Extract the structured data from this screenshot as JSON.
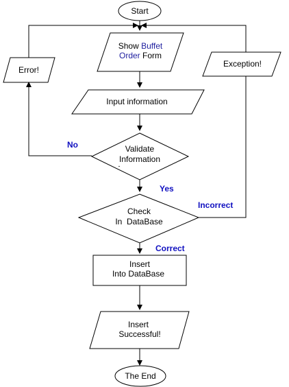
{
  "colors": {
    "stroke": "#000000",
    "edge_label": "#1010c0",
    "highlight_text": "#2020a0"
  },
  "nodes": {
    "start": {
      "label": "Start"
    },
    "show_form": {
      "line1_a": "Show ",
      "line1_b": "Buffet",
      "line2_a": "Order",
      "line2_b": " Form"
    },
    "error": {
      "label": "Error!"
    },
    "exception": {
      "label": "Exception!"
    },
    "input_info": {
      "label": "Input information"
    },
    "validate": {
      "line1": "Validate",
      "line2": "Information",
      "line3": "-"
    },
    "check_db": {
      "line1": "Check",
      "line2": "In  DataBase"
    },
    "insert_db": {
      "line1": "Insert",
      "line2": "Into DataBase"
    },
    "insert_success": {
      "line1": "Insert",
      "line2": "Successful!"
    },
    "end": {
      "label": "The End"
    }
  },
  "edge_labels": {
    "no": "No",
    "yes": "Yes",
    "incorrect": "Incorrect",
    "correct": "Correct"
  }
}
